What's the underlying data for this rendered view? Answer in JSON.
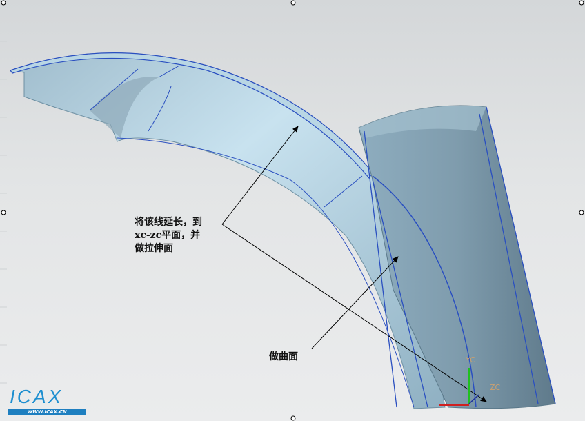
{
  "annotations": {
    "extend_line": "将该线延长，到 xc-zc平面，并 做拉伸面",
    "extend_line_lines": [
      "将该线延长，到",
      "xc-zc平面，并",
      "做拉伸面"
    ],
    "make_surface": "做曲面"
  },
  "axes": {
    "yc": "YC",
    "zc": "ZC"
  },
  "logo": {
    "text": "ICAX",
    "url": "WWW.ICAX.CN"
  },
  "colors": {
    "surface": "#a9c6d6",
    "edge": "#2a4fc0",
    "x_axis": "#d02020",
    "y_axis": "#20c020"
  }
}
